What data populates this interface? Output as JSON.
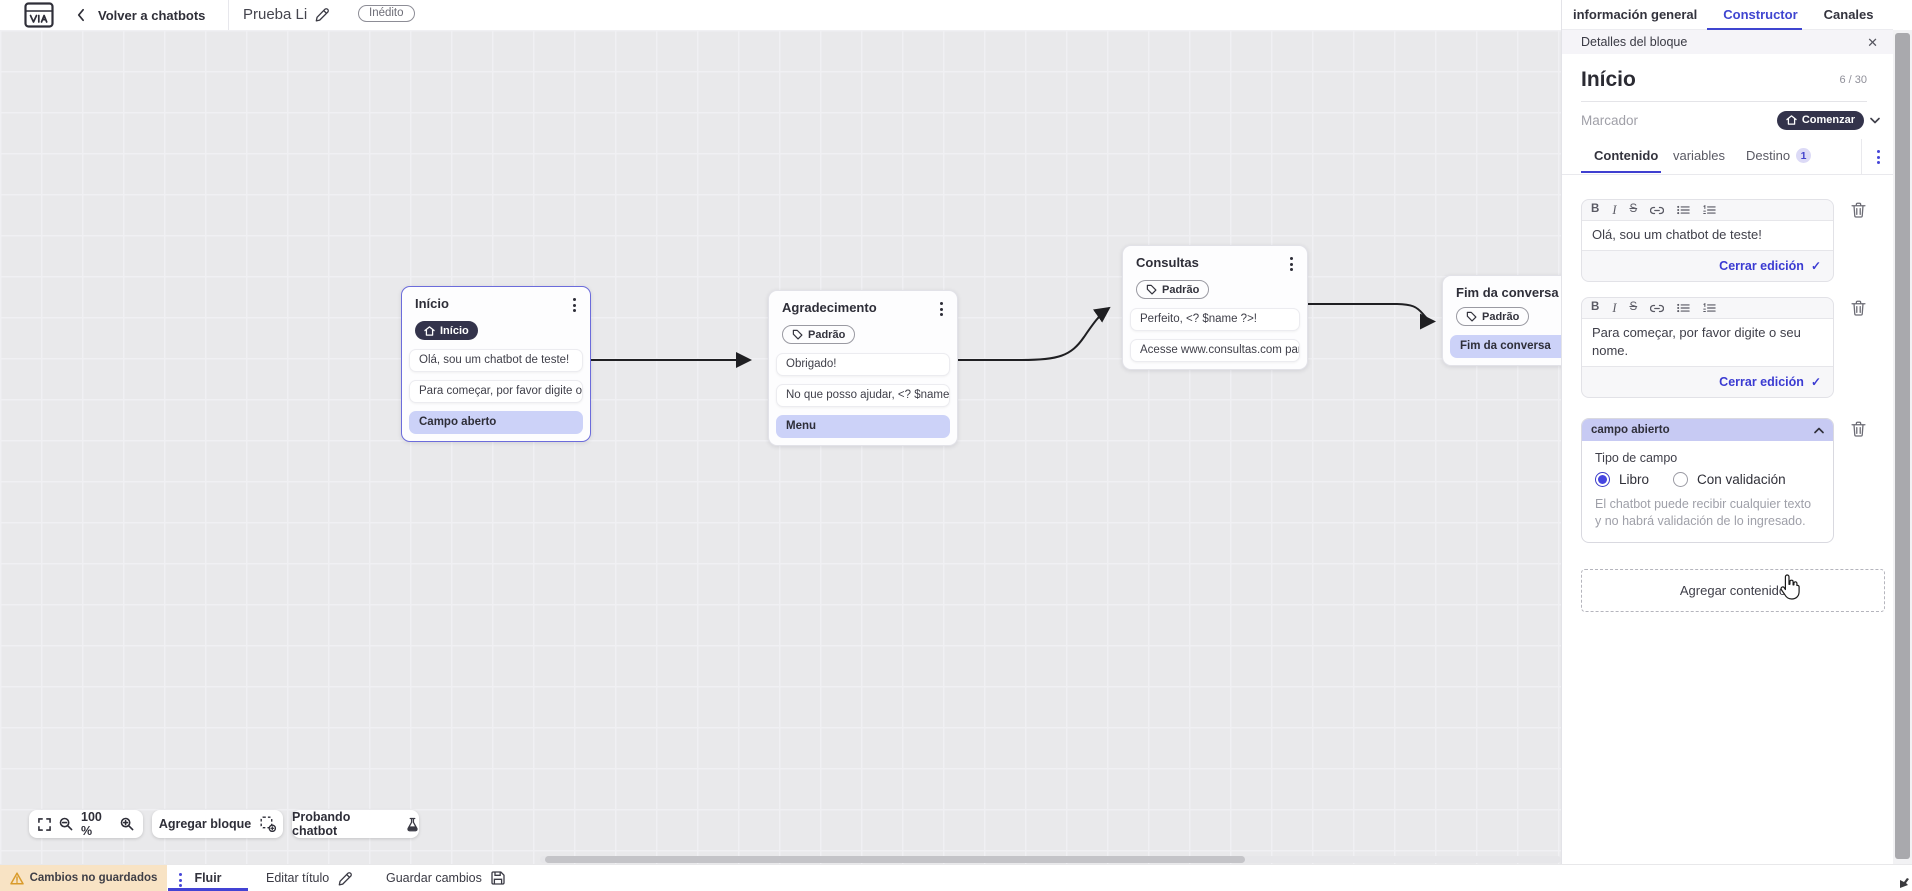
{
  "topbar": {
    "back_label": "Volver a chatbots",
    "title": "Prueba Li",
    "status_badge": "Inédito"
  },
  "app_tabs": {
    "info": "información general",
    "constructor": "Constructor",
    "canales": "Canales"
  },
  "panel": {
    "header_title": "Detalles del bloque",
    "block_name": "Início",
    "char_counter": "6 / 30",
    "marker_label": "Marcador",
    "marker_button": "Comenzar",
    "tabs": {
      "contenido": "Contenido",
      "variables": "variables",
      "destino": "Destino",
      "destino_badge": "1"
    },
    "editors": [
      {
        "text": "Olá, sou um chatbot de teste!",
        "close_label": "Cerrar edición"
      },
      {
        "text": "Para começar, por favor digite o seu nome.",
        "close_label": "Cerrar edición"
      }
    ],
    "open_field": {
      "title": "campo abierto",
      "type_label": "Tipo de campo",
      "option_free": "Libro",
      "option_validated": "Con validación",
      "help_text": "El chatbot puede recibir cualquier texto y no habrá validación de lo ingresado."
    },
    "add_content_label": "Agregar contenido"
  },
  "canvas": {
    "zoom_level": "100 %",
    "add_block_label": "Agregar bloque",
    "test_chatbot_label": "Probando chatbot",
    "nodes": [
      {
        "title": "Início",
        "badge": "Início",
        "items": [
          {
            "text": "Olá, sou um chatbot de teste!"
          },
          {
            "text": "Para começar, por favor digite o ..."
          },
          {
            "text": "Campo aberto"
          }
        ]
      },
      {
        "title": "Agradecimento",
        "badge": "Padrão",
        "items": [
          {
            "text": "Obrigado!"
          },
          {
            "text": "No que posso ajudar, <? $name ..."
          },
          {
            "text": "Menu"
          }
        ]
      },
      {
        "title": "Consultas",
        "badge": "Padrão",
        "items": [
          {
            "text": "Perfeito, <? $name ?>!"
          },
          {
            "text": "Acesse www.consultas.com par..."
          }
        ]
      },
      {
        "title": "Fim da conversa",
        "badge": "Padrão",
        "items": [
          {
            "text": "Fim da conversa"
          }
        ]
      }
    ]
  },
  "bottombar": {
    "unsaved_label": "Cambios no guardados",
    "flow_tab": "Fluir",
    "edit_title_label": "Editar título",
    "save_label": "Guardar cambios"
  },
  "colors": {
    "accent_blue": "#3f45d0",
    "dark_pill": "#33334b",
    "lavender_item": "#ccd2f8",
    "warning_bg": "#f8e3c4"
  }
}
